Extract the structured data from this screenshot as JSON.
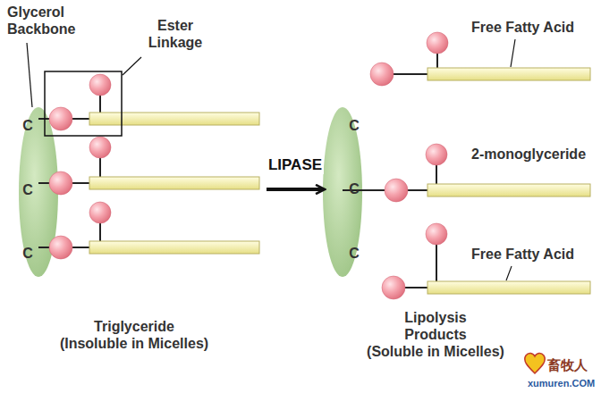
{
  "diagram": {
    "nodes": [
      {
        "text": [
          "C",
          "C",
          "C"
        ]
      },
      {
        "text": [
          "C",
          "C",
          "C"
        ]
      }
    ],
    "edges": [
      {
        "from": 0,
        "to": 1,
        "arrow": "to",
        "label": "LIPASE"
      }
    ],
    "labels": [
      "Glycerol Backbone",
      "Ester Linkage",
      "Triglyceride (Insoluble in Micelles)",
      "Free Fatty Acid",
      "2-monoglyceride",
      "Free Fatty Acid",
      "Lipolysis Products (Soluble in Micelles)",
      "畜牧人",
      "xumuren.COM"
    ]
  }
}
